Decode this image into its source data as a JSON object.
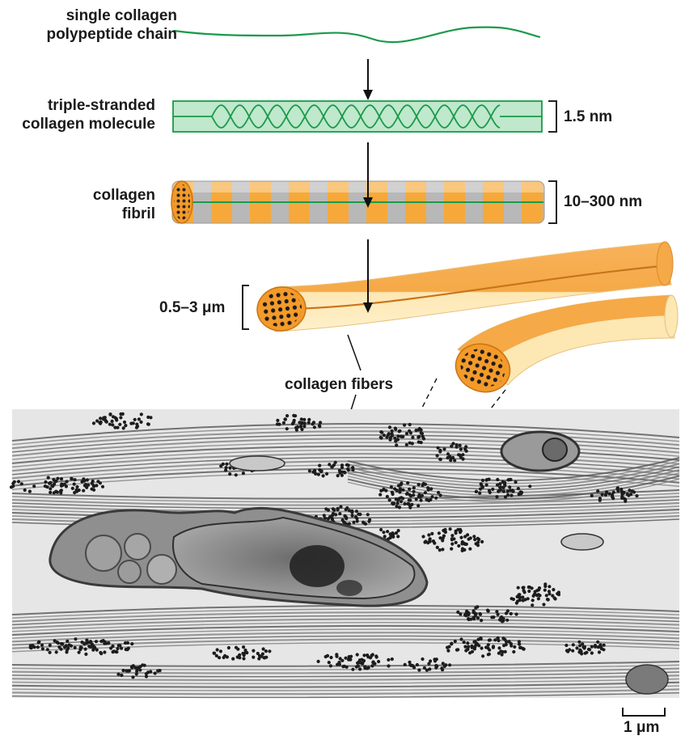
{
  "labels": {
    "chain_line1": "single collagen",
    "chain_line2": "polypeptide chain",
    "molecule_line1": "triple-stranded",
    "molecule_line2": "collagen molecule",
    "molecule_size": "1.5 nm",
    "fibril_line1": "collagen",
    "fibril_line2": "fibril",
    "fibril_size": "10–300 nm",
    "fiber_size": "0.5–3 μm",
    "fibers": "collagen fibers",
    "scale_bar": "1 μm"
  },
  "colors": {
    "strand_green": "#1a9a4a",
    "molecule_fill": "#bfe8cc",
    "fibril_orange": "#f6a93a",
    "fibril_gray": "#b8b8b8",
    "fiber_light": "#fde7b3",
    "fiber_orange": "#f5a947",
    "fiber_line": "#c8741a",
    "arrow": "#111111"
  }
}
